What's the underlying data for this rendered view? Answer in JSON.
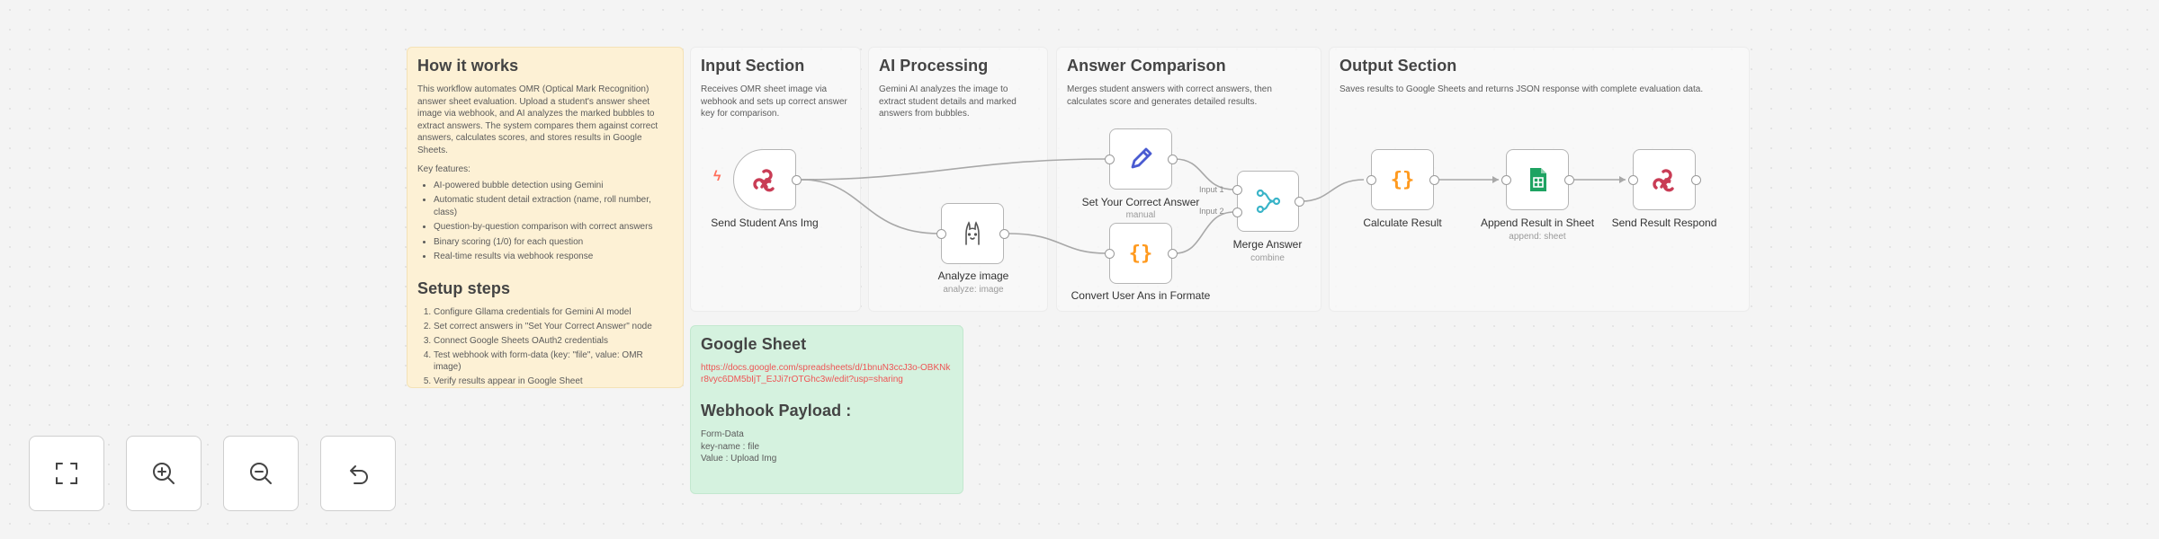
{
  "notes": {
    "how_it_works": {
      "title": "How it works",
      "body": "This workflow automates OMR (Optical Mark Recognition) answer sheet evaluation. Upload a student's answer sheet image via webhook, and AI analyzes the marked bubbles to extract answers. The system compares them against correct answers, calculates scores, and stores results in Google Sheets.",
      "features_label": "Key features:",
      "features": [
        "AI-powered bubble detection using Gemini",
        "Automatic student detail extraction (name, roll number, class)",
        "Question-by-question comparison with correct answers",
        "Binary scoring (1/0) for each question",
        "Real-time results via webhook response"
      ],
      "setup_title": "Setup steps",
      "setup_steps": [
        "Configure Gllama credentials for Gemini AI model",
        "Set correct answers in \"Set Your Correct Answer\" node",
        "Connect Google Sheets OAuth2 credentials",
        "Test webhook with form-data (key: \"file\", value: OMR image)",
        "Verify results appear in Google Sheet"
      ]
    },
    "input_section": {
      "title": "Input Section",
      "body": "Receives OMR sheet image via webhook and sets up correct answer key for comparison."
    },
    "ai_processing": {
      "title": "AI Processing",
      "body": "Gemini AI analyzes the image to extract student details and marked answers from bubbles."
    },
    "answer_comparison": {
      "title": "Answer Comparison",
      "body": "Merges student answers with correct answers, then calculates score and generates detailed results."
    },
    "output_section": {
      "title": "Output Section",
      "body": "Saves results to Google Sheets and returns JSON response with complete evaluation data."
    },
    "google_sheet": {
      "title": "Google Sheet",
      "link": "https://docs.google.com/spreadsheets/d/1bnuN3ccJ3o-OBKNkr8vyc6DM5bIjT_EJJi7rOTGhc3w/edit?usp=sharing",
      "payload_title": "Webhook Payload :",
      "payload_lines": [
        "Form-Data",
        "key-name : file",
        "Value : Upload Img"
      ]
    }
  },
  "nodes": {
    "send_student": {
      "title": "Send Student Ans Img",
      "icon": "webhook-icon"
    },
    "set_answer": {
      "title": "Set Your Correct Answer",
      "subtitle": "manual",
      "icon": "pencil-icon"
    },
    "analyze": {
      "title": "Analyze image",
      "subtitle": "analyze: image",
      "icon": "ollama-icon"
    },
    "convert": {
      "title": "Convert User Ans in Formate",
      "icon": "code-braces-icon"
    },
    "merge": {
      "title": "Merge Answer",
      "subtitle": "combine",
      "input1": "Input 1",
      "input2": "Input 2",
      "icon": "merge-icon"
    },
    "calculate": {
      "title": "Calculate Result",
      "icon": "code-braces-icon"
    },
    "append": {
      "title": "Append Result in Sheet",
      "subtitle": "append: sheet",
      "icon": "google-sheets-icon"
    },
    "respond": {
      "title": "Send Result Respond",
      "icon": "webhook-icon"
    }
  },
  "colors": {
    "webhook": "#c93c55",
    "code": "#ff9a1f",
    "merge": "#3ab4c8",
    "sheets": "#1ea362",
    "pencil": "#4a5bd1",
    "trigger_bolt": "#ff6d5a"
  },
  "controls": [
    {
      "name": "fit-view-button",
      "icon": "fit-view-icon"
    },
    {
      "name": "zoom-in-button",
      "icon": "zoom-in-icon"
    },
    {
      "name": "zoom-out-button",
      "icon": "zoom-out-icon"
    },
    {
      "name": "reset-zoom-button",
      "icon": "reset-icon"
    }
  ]
}
